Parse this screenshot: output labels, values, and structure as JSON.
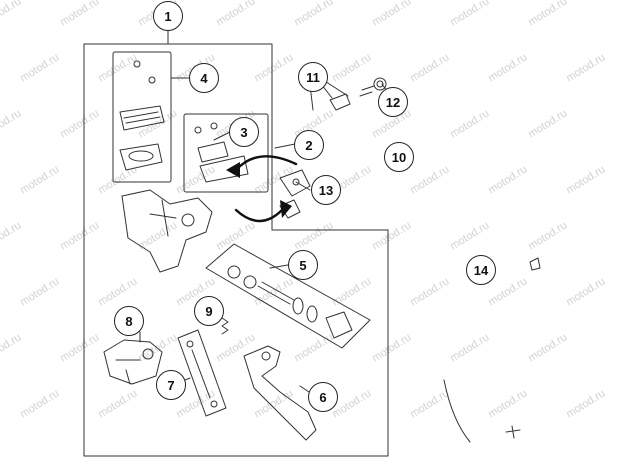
{
  "watermark": "motod.ru",
  "callouts": {
    "c1": "1",
    "c2": "2",
    "c3": "3",
    "c4": "4",
    "c5": "5",
    "c6": "6",
    "c7": "7",
    "c8": "8",
    "c9": "9",
    "c10": "10",
    "c11": "11",
    "c12": "12",
    "c13": "13",
    "c14": "14"
  }
}
